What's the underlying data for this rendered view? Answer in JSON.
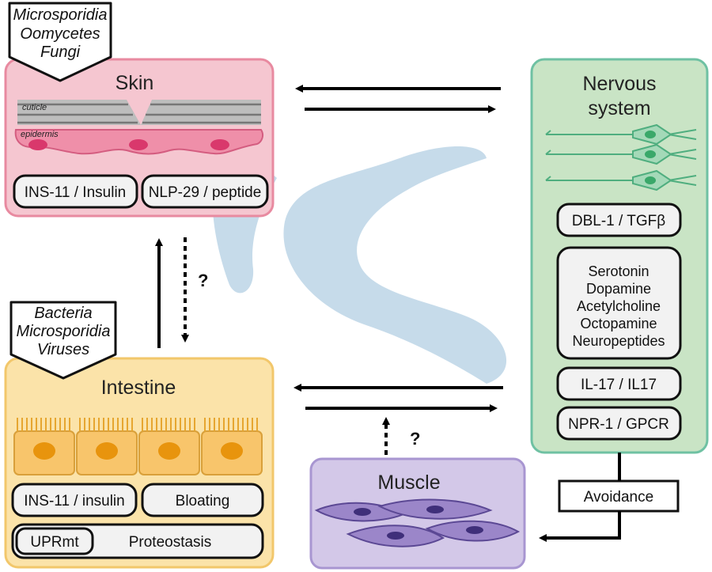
{
  "skin": {
    "title": "Skin",
    "cuticle_label": "cuticle",
    "epidermis_label": "epidermis",
    "pathogens": [
      "Microsporidia",
      "Oomycetes",
      "Fungi"
    ],
    "pills": [
      "INS-11 / Insulin",
      "NLP-29 / peptide"
    ],
    "fill": "#f5c6d0",
    "border": "#e88aa0"
  },
  "intestine": {
    "title": "Intestine",
    "pathogens": [
      "Bacteria",
      "Microsporidia",
      "Viruses"
    ],
    "pill_insulin": "INS-11 / insulin",
    "pill_bloating": "Bloating",
    "pill_uprmt": "UPRmt",
    "pill_proteostasis": "Proteostasis",
    "fill": "#fbe3a9",
    "border": "#f2c76b"
  },
  "nervous": {
    "title_line1": "Nervous",
    "title_line2": "system",
    "pill_dbl": "DBL-1 / TGFβ",
    "neurotransmitters": [
      "Serotonin",
      "Dopamine",
      "Acetylcholine",
      "Octopamine",
      "Neuropeptides"
    ],
    "pill_il17": "IL-17 / IL17",
    "pill_npr": "NPR-1 / GPCR",
    "fill": "#c9e4c5",
    "border": "#6fc1a3"
  },
  "muscle": {
    "title": "Muscle",
    "fill": "#d3c8e8",
    "border": "#a896d1"
  },
  "avoidance": {
    "label": "Avoidance"
  },
  "question_marks": [
    "?",
    "?"
  ],
  "worm_color": "#c0d7e8"
}
